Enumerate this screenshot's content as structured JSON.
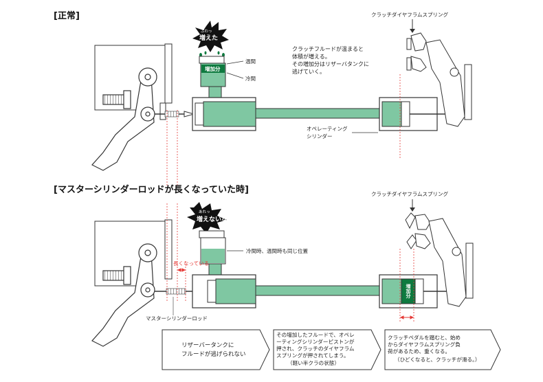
{
  "colors": {
    "fluid": "#7fc7a2",
    "fluid_dark": "#0e7a3f",
    "outline": "#333333",
    "guide": "#e53935"
  },
  "icons": [
    "bubble-burst-icon",
    "arrow-icon"
  ],
  "normal": {
    "title": "[正常]",
    "bubble_small": "ぶわっ",
    "bubble_main": "増えた",
    "label_increase": "増加分",
    "label_hot": "温間",
    "label_cold": "冷間",
    "note_lines": [
      "クラッチフルードが温まると",
      "体積が増える。",
      "その増加分はリザーバタンクに",
      "逃げていく。"
    ],
    "operating_cyl": [
      "オペレーティング",
      "シリンダー"
    ],
    "spring_label": "クラッチダイヤフラムスプリング"
  },
  "abnormal": {
    "title": "[マスターシリンダーロッドが長くなっていた時]",
    "bubble_small": "あれっ",
    "bubble_main": "増えないな〜",
    "level_note": "冷間時、温間時も同じ位置",
    "longer_note": "長くなっている",
    "rod_label": "マスターシリンダーロッド",
    "label_increase": "増加分",
    "spring_label": "クラッチダイヤフラムスプリング"
  },
  "steps": [
    {
      "lines": [
        "リザーバータンクに",
        "フルードが逃げられない"
      ]
    },
    {
      "lines": [
        "その増加したフルードで、オペレ",
        "ーティングシリンダーピストンが",
        "押され、クラッチのダイヤフラム",
        "スプリングが押されてしまう。",
        "（軽い半クラの状態）"
      ]
    },
    {
      "lines": [
        "クラッチペダルを踏むと、始め",
        "からダイヤフラムスプリング負",
        "荷があるため、重くなる。",
        "（ひどくなると、クラッチが滑る。）"
      ]
    }
  ]
}
